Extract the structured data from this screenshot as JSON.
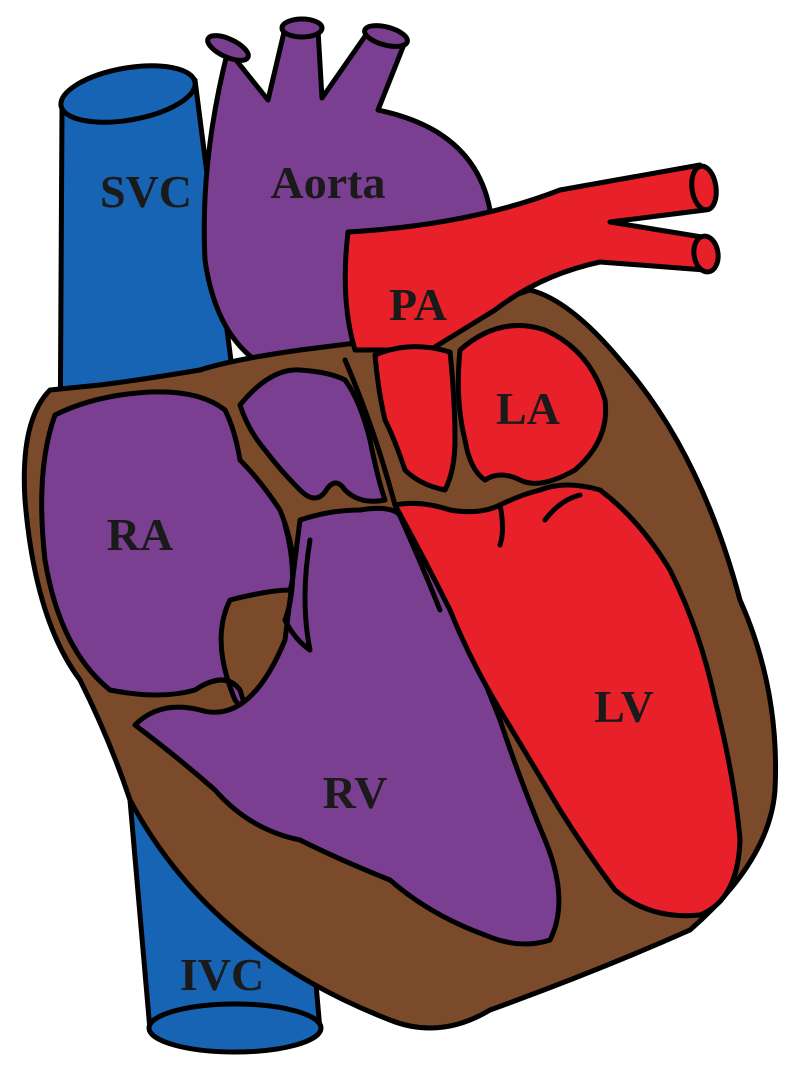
{
  "colors": {
    "vein": "#1763b4",
    "deoxygenated": "#7b3f91",
    "oxygenated": "#e8202a",
    "muscle": "#7a4a2a",
    "outline": "#000000"
  },
  "labels": {
    "svc": "SVC",
    "aorta": "Aorta",
    "pa": "PA",
    "la": "LA",
    "ra": "RA",
    "lv": "LV",
    "rv": "RV",
    "ivc": "IVC"
  }
}
